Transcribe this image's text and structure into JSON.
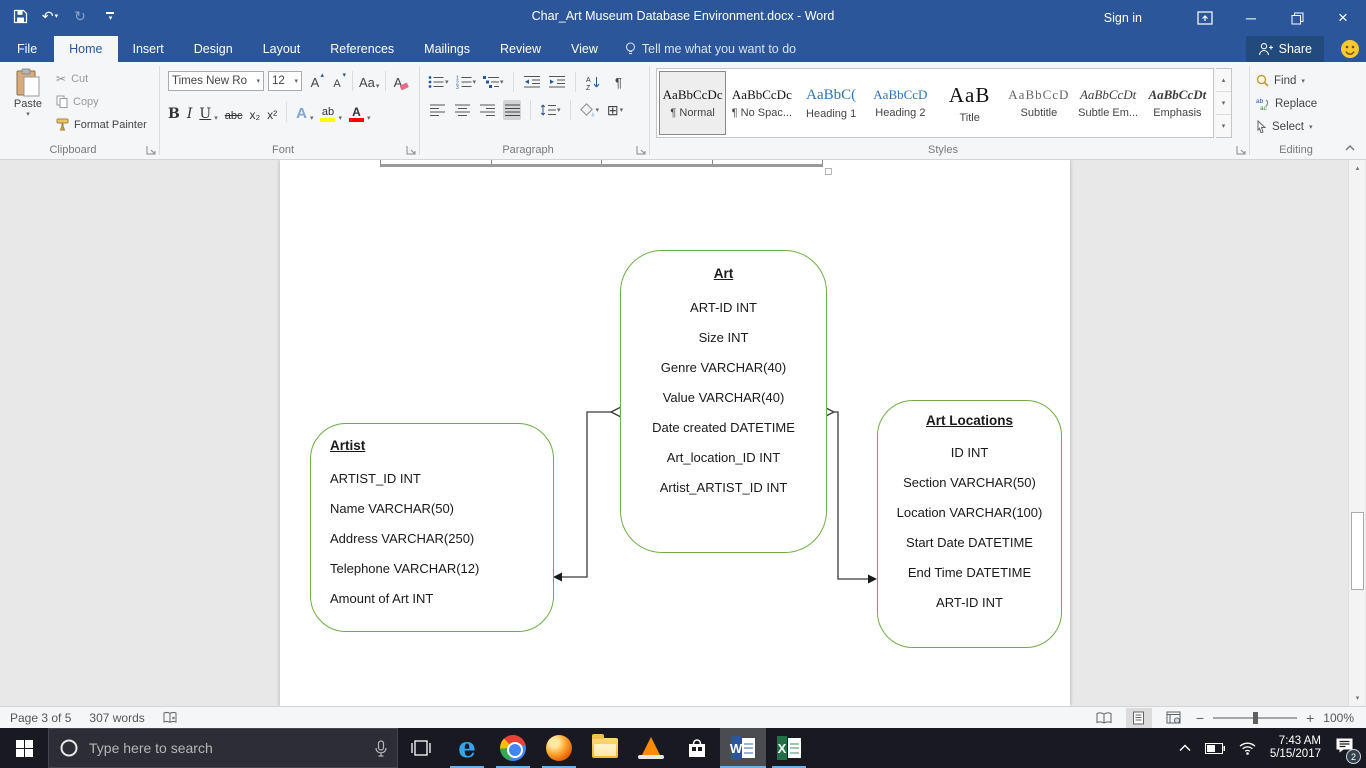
{
  "colors": {
    "accent": "#2b579a",
    "share_bg": "#234a7d",
    "entity_border": "#70ad47",
    "highlight_yellow": "#ffff00",
    "font_color_red": "#ff0000",
    "heading_blue": "#2e74b5",
    "taskbar_underline": "#6cb2e8"
  },
  "titlebar": {
    "title": "Char_Art Museum Database Environment.docx  -  Word",
    "sign_in": "Sign in"
  },
  "tabs": {
    "items": [
      "File",
      "Home",
      "Insert",
      "Design",
      "Layout",
      "References",
      "Mailings",
      "Review",
      "View"
    ],
    "tell_me": "Tell me what you want to do",
    "share": "Share"
  },
  "icons": {
    "minimize": "─",
    "restore": "❐",
    "close": "×",
    "cut": "✂",
    "bold": "B",
    "italic": "I",
    "underline": "U",
    "strikethrough": "abc",
    "subscript": "x₂",
    "superscript": "x²",
    "grow_font": "A",
    "shrink_font": "A",
    "change_case": "Aa",
    "clear_formatting": "A",
    "text_effects": "A",
    "highlight": "ab",
    "font_color": "A",
    "pilcrow": "¶",
    "borders": "⊞",
    "undo": "↶",
    "redo": "↻",
    "caret_down": "▾",
    "caret_up": "▴",
    "edge": "e",
    "chevron_up": "⌃"
  },
  "ribbon": {
    "clipboard": {
      "label": "Clipboard",
      "paste": "Paste",
      "cut": "Cut",
      "copy": "Copy",
      "format_painter": "Format Painter"
    },
    "font": {
      "label": "Font",
      "name": "Times New Ro",
      "size": "12"
    },
    "paragraph": {
      "label": "Paragraph"
    },
    "styles": {
      "label": "Styles",
      "items": [
        {
          "preview": "AaBbCcDc",
          "name": "¶ Normal"
        },
        {
          "preview": "AaBbCcDc",
          "name": "¶ No Spac..."
        },
        {
          "preview": "AaBbC(",
          "name": "Heading 1"
        },
        {
          "preview": "AaBbCcD",
          "name": "Heading 2"
        },
        {
          "preview": "AaB",
          "name": "Title"
        },
        {
          "preview": "AaBbCcD",
          "name": "Subtitle"
        },
        {
          "preview": "AaBbCcDt",
          "name": "Subtle Em..."
        },
        {
          "preview": "AaBbCcDt",
          "name": "Emphasis"
        }
      ]
    },
    "editing": {
      "label": "Editing",
      "find": "Find",
      "replace": "Replace",
      "select": "Select"
    }
  },
  "document": {
    "entities": [
      {
        "title": "Artist",
        "fields": [
          "ARTIST_ID INT",
          "Name VARCHAR(50)",
          "Address VARCHAR(250)",
          "Telephone VARCHAR(12)",
          "Amount of Art INT"
        ]
      },
      {
        "title": "Art",
        "fields": [
          "ART-ID INT",
          "Size INT",
          "Genre VARCHAR(40)",
          "Value VARCHAR(40)",
          "Date created DATETIME",
          "Art_location_ID INT",
          "Artist_ARTIST_ID INT"
        ]
      },
      {
        "title": "Art Locations",
        "fields": [
          "ID INT",
          "Section VARCHAR(50)",
          "Location VARCHAR(100)",
          "Start Date DATETIME",
          "End Time DATETIME",
          "ART-ID INT"
        ]
      }
    ]
  },
  "statusbar": {
    "page": "Page 3 of 5",
    "words": "307 words",
    "zoom": "100%"
  },
  "taskbar": {
    "search_placeholder": "Type here to search",
    "time": "7:43 AM",
    "date": "5/15/2017",
    "notification_count": "2"
  }
}
